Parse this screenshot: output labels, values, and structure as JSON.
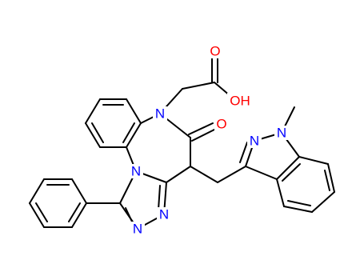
{
  "atoms": {
    "o_carbonyl_acid": {
      "text": "O",
      "color": "#ff0000"
    },
    "oh_acid": {
      "text": "OH",
      "color": "#ff0000"
    },
    "o_lactam": {
      "text": "O",
      "color": "#ff0000"
    },
    "n_lactam": {
      "text": "N",
      "color": "#0000ff"
    },
    "n_ring_fusion": {
      "text": "N",
      "color": "#0000ff"
    },
    "n_triazole_a": {
      "text": "N",
      "color": "#0000ff"
    },
    "n_triazole_b": {
      "text": "N",
      "color": "#0000ff"
    },
    "n_indazole_1": {
      "text": "N",
      "color": "#0000ff"
    },
    "n_indazole_2": {
      "text": "N",
      "color": "#0000ff"
    }
  }
}
